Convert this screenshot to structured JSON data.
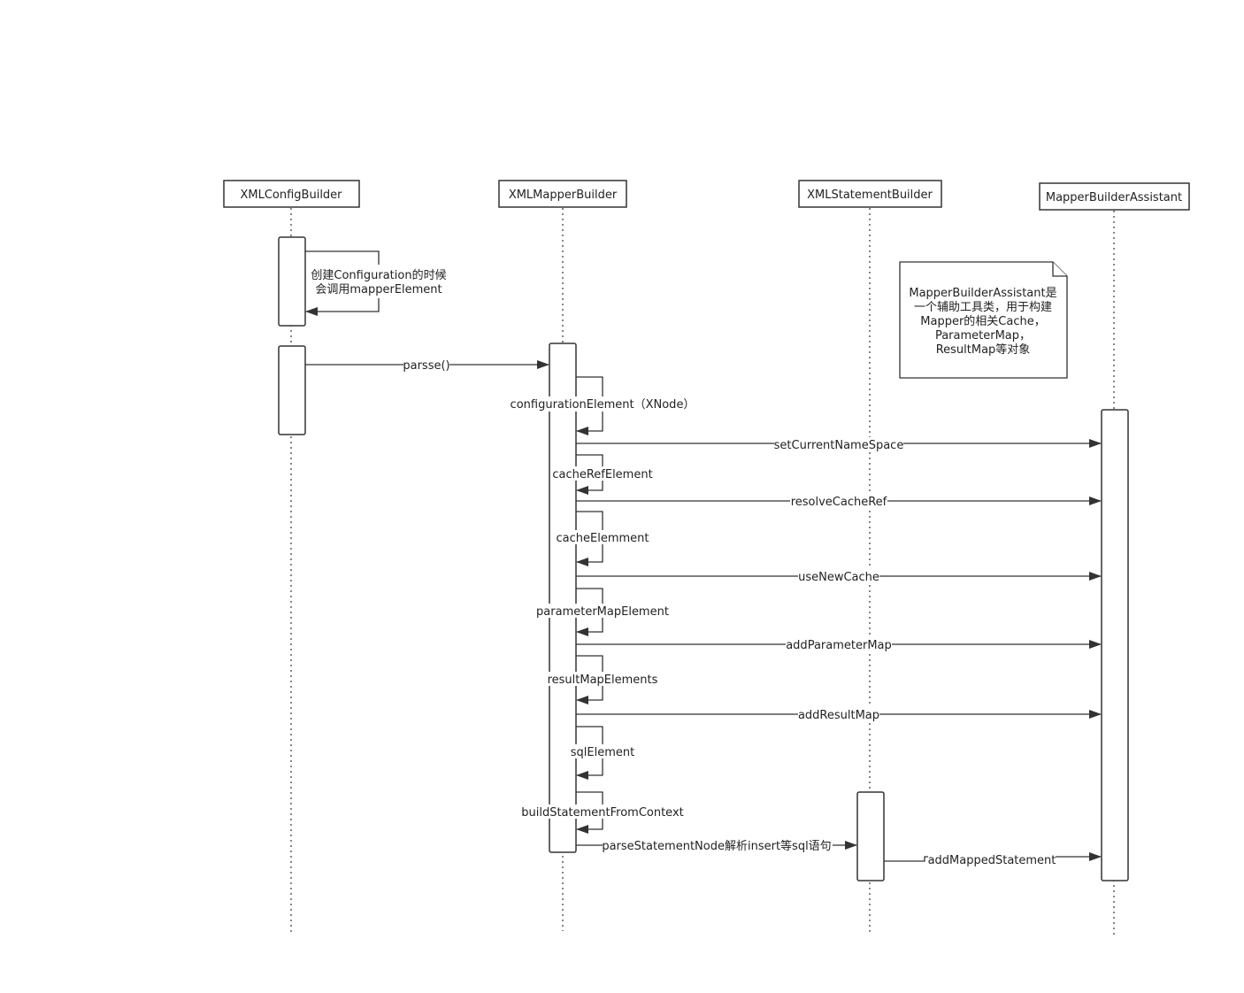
{
  "participants": [
    {
      "key": "cfg",
      "label": "XMLConfigBuilder"
    },
    {
      "key": "mapper",
      "label": "XMLMapperBuilder"
    },
    {
      "key": "stmt",
      "label": "XMLStatementBuilder"
    },
    {
      "key": "assist",
      "label": "MapperBuilderAssistant"
    }
  ],
  "self_note_cfg": {
    "line1": "创建Configuration的时候",
    "line2": "会调用mapperElement"
  },
  "note": {
    "lines": [
      "MapperBuilderAssistant是",
      "一个辅助工具类，用于构建",
      "Mapper的相关Cache，",
      "ParameterMap，",
      "ResultMap等对象"
    ]
  },
  "messages": {
    "parse": "parsse()",
    "configurationElement": "configurationElement（XNode）",
    "setCurrentNameSpace": "setCurrentNameSpace",
    "cacheRefElement": "cacheRefElement",
    "resolveCacheRef": "resolveCacheRef",
    "cacheElemment": "cacheElemment",
    "useNewCache": "useNewCache",
    "parameterMapElement": "parameterMapElement",
    "addParameterMap": "addParameterMap",
    "resultMapElements": "resultMapElements",
    "addResultMap": "addResultMap",
    "sqlElement": "sqlElement",
    "buildStatementFromContext": "buildStatementFromContext",
    "parseStatementNode": "parseStatementNode解析insert等sql语句",
    "addMappedStatement": "addMappedStatement"
  }
}
